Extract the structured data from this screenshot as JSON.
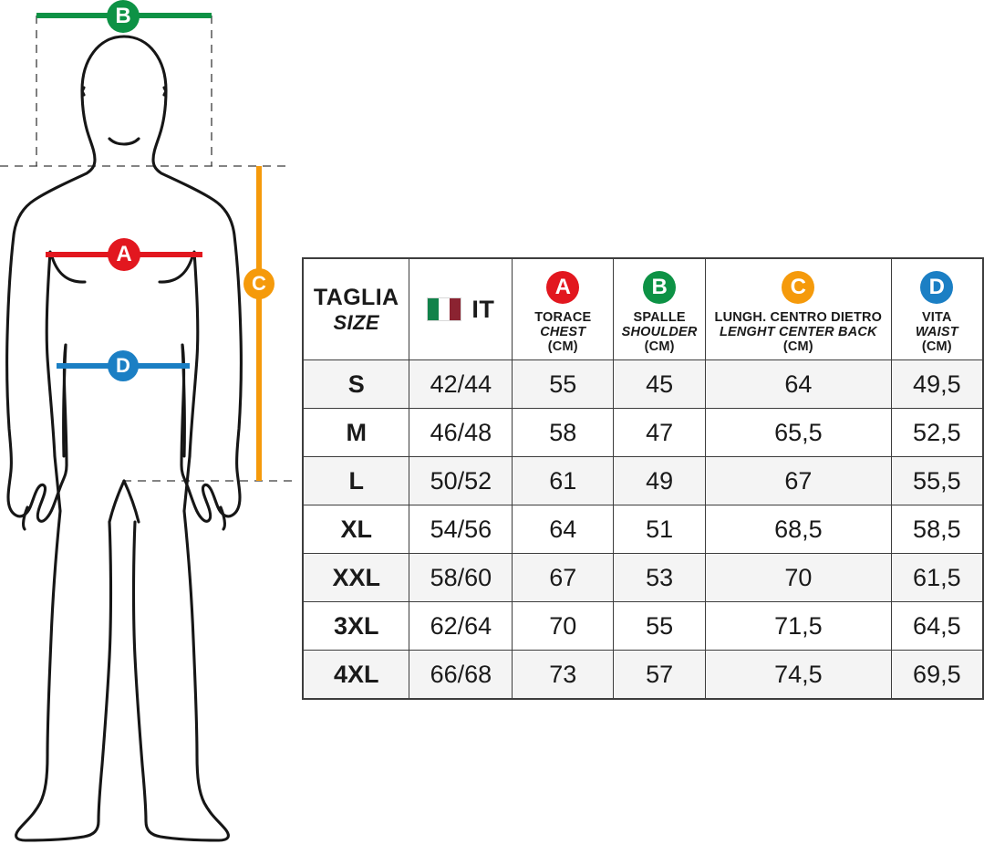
{
  "figure": {
    "alt_text": "male body silhouette front view",
    "markers": [
      {
        "id": "A",
        "letter": "A",
        "color": "#e2171f",
        "meaning": "chest",
        "orientation": "horizontal"
      },
      {
        "id": "B",
        "letter": "B",
        "color": "#0d9245",
        "meaning": "shoulder",
        "orientation": "horizontal"
      },
      {
        "id": "C",
        "letter": "C",
        "color": "#f59a0b",
        "meaning": "length-center-back",
        "orientation": "vertical"
      },
      {
        "id": "D",
        "letter": "D",
        "color": "#1b7fc4",
        "meaning": "waist",
        "orientation": "horizontal"
      }
    ]
  },
  "table": {
    "columns": [
      {
        "key": "size",
        "badge": null,
        "badge_color": null,
        "line1": "TAGLIA",
        "line2": "SIZE",
        "line3": null,
        "type": "taglia"
      },
      {
        "key": "it",
        "badge": null,
        "badge_color": null,
        "line1": null,
        "line2": null,
        "line3": null,
        "type": "flag",
        "flag_label": "IT",
        "flag_colors": [
          "#11824a",
          "#ffffff",
          "#8b2331"
        ]
      },
      {
        "key": "chest",
        "badge": "A",
        "badge_color": "#e2171f",
        "line1": "TORACE",
        "line2": "CHEST",
        "line3": "(CM)",
        "type": "measure"
      },
      {
        "key": "shoulder",
        "badge": "B",
        "badge_color": "#0d9245",
        "line1": "SPALLE",
        "line2": "SHOULDER",
        "line3": "(CM)",
        "type": "measure"
      },
      {
        "key": "length",
        "badge": "C",
        "badge_color": "#f59a0b",
        "line1": "LUNGH. CENTRO DIETRO",
        "line2": "LENGHT CENTER BACK",
        "line3": "(CM)",
        "type": "measure"
      },
      {
        "key": "waist",
        "badge": "D",
        "badge_color": "#1b7fc4",
        "line1": "VITA",
        "line2": "WAIST",
        "line3": "(CM)",
        "type": "measure"
      }
    ],
    "rows": [
      {
        "size": "S",
        "it": "42/44",
        "chest": "55",
        "shoulder": "45",
        "length": "64",
        "waist": "49,5"
      },
      {
        "size": "M",
        "it": "46/48",
        "chest": "58",
        "shoulder": "47",
        "length": "65,5",
        "waist": "52,5"
      },
      {
        "size": "L",
        "it": "50/52",
        "chest": "61",
        "shoulder": "49",
        "length": "67",
        "waist": "55,5"
      },
      {
        "size": "XL",
        "it": "54/56",
        "chest": "64",
        "shoulder": "51",
        "length": "68,5",
        "waist": "58,5"
      },
      {
        "size": "XXL",
        "it": "58/60",
        "chest": "67",
        "shoulder": "53",
        "length": "70",
        "waist": "61,5"
      },
      {
        "size": "3XL",
        "it": "62/64",
        "chest": "70",
        "shoulder": "55",
        "length": "71,5",
        "waist": "64,5"
      },
      {
        "size": "4XL",
        "it": "66/68",
        "chest": "73",
        "shoulder": "57",
        "length": "74,5",
        "waist": "69,5"
      }
    ]
  },
  "chart_data": {
    "type": "table",
    "title": "TAGLIA / SIZE",
    "categories": [
      "S",
      "M",
      "L",
      "XL",
      "XXL",
      "3XL",
      "4XL"
    ],
    "columns": [
      "TAGLIA SIZE",
      "IT",
      "TORACE CHEST (CM)",
      "SPALLE SHOULDER (CM)",
      "LUNGH. CENTRO DIETRO LENGHT CENTER BACK (CM)",
      "VITA WAIST (CM)"
    ],
    "series": [
      {
        "name": "IT",
        "values": [
          "42/44",
          "46/48",
          "50/52",
          "54/56",
          "58/60",
          "62/64",
          "66/68"
        ]
      },
      {
        "name": "TORACE CHEST (CM)",
        "values": [
          55,
          58,
          61,
          64,
          67,
          70,
          73
        ]
      },
      {
        "name": "SPALLE SHOULDER (CM)",
        "values": [
          45,
          47,
          49,
          51,
          53,
          55,
          57
        ]
      },
      {
        "name": "LUNGH. CENTRO DIETRO LENGHT CENTER BACK (CM)",
        "values": [
          64,
          65.5,
          67,
          68.5,
          70,
          71.5,
          74.5
        ]
      },
      {
        "name": "VITA WAIST (CM)",
        "values": [
          49.5,
          52.5,
          55.5,
          58.5,
          61.5,
          64.5,
          69.5
        ]
      }
    ],
    "xlabel": "",
    "ylabel": "",
    "grid": true,
    "legend": "none"
  }
}
